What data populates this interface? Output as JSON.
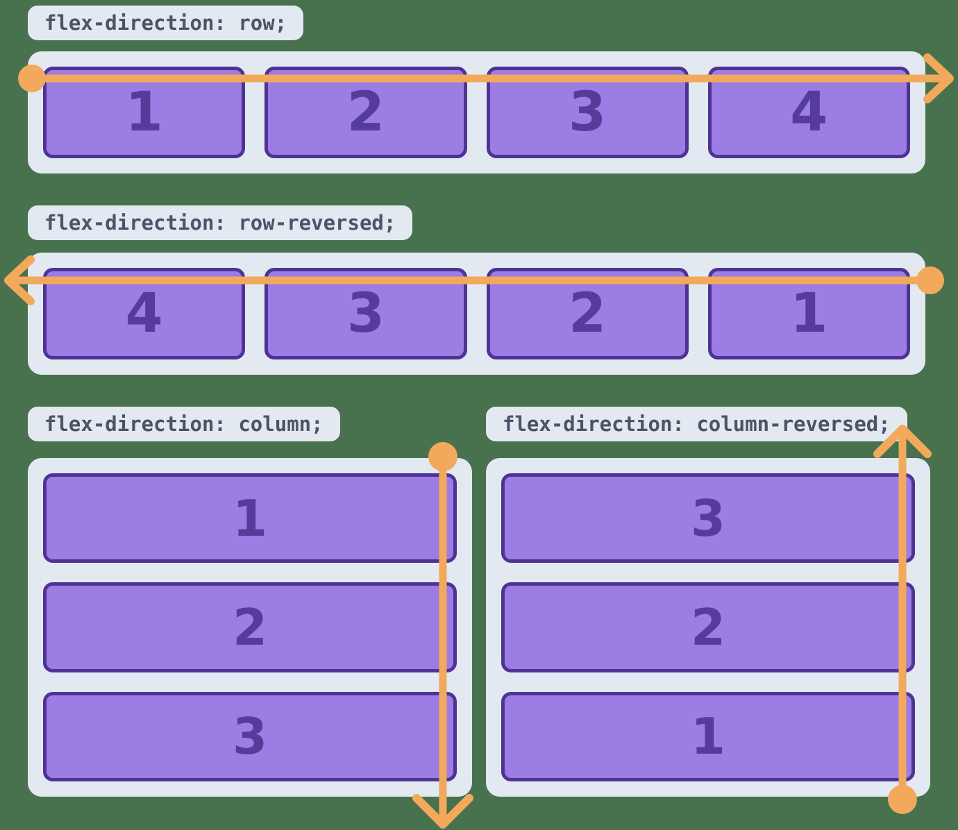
{
  "colors": {
    "background": "#48714D",
    "panel": "#E3E9F1",
    "box_fill": "#9C7DE3",
    "box_border": "#4F3394",
    "number": "#553C9A",
    "label_text": "#4A5568",
    "arrow": "#F2A95C"
  },
  "sections": [
    {
      "id": "row",
      "label": "flex-direction: row;",
      "items": [
        "1",
        "2",
        "3",
        "4"
      ]
    },
    {
      "id": "row-reversed",
      "label": "flex-direction: row-reversed;",
      "items": [
        "4",
        "3",
        "2",
        "1"
      ]
    },
    {
      "id": "column",
      "label": "flex-direction: column;",
      "items": [
        "1",
        "2",
        "3"
      ]
    },
    {
      "id": "column-reversed",
      "label": "flex-direction: column-reversed;",
      "items": [
        "3",
        "2",
        "1"
      ]
    }
  ],
  "arrows": [
    {
      "name": "row-axis",
      "direction": "left-to-right"
    },
    {
      "name": "row-reversed-axis",
      "direction": "right-to-left"
    },
    {
      "name": "column-axis",
      "direction": "top-to-bottom"
    },
    {
      "name": "column-reversed-axis",
      "direction": "bottom-to-top"
    }
  ]
}
